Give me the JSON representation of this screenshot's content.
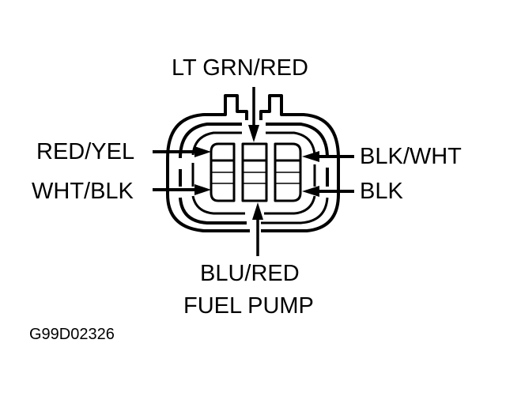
{
  "diagram": {
    "type": "connector-pinout",
    "labels": {
      "top": "LT GRN/RED",
      "left_upper": "RED/YEL",
      "left_lower": "WHT/BLK",
      "right_upper": "BLK/WHT",
      "right_lower": "BLK",
      "bottom_wire": "BLU/RED",
      "bottom_name": "FUEL PUMP"
    },
    "figure_id": "G99D02326",
    "colors": {
      "ink": "#000000",
      "background": "#ffffff"
    }
  }
}
